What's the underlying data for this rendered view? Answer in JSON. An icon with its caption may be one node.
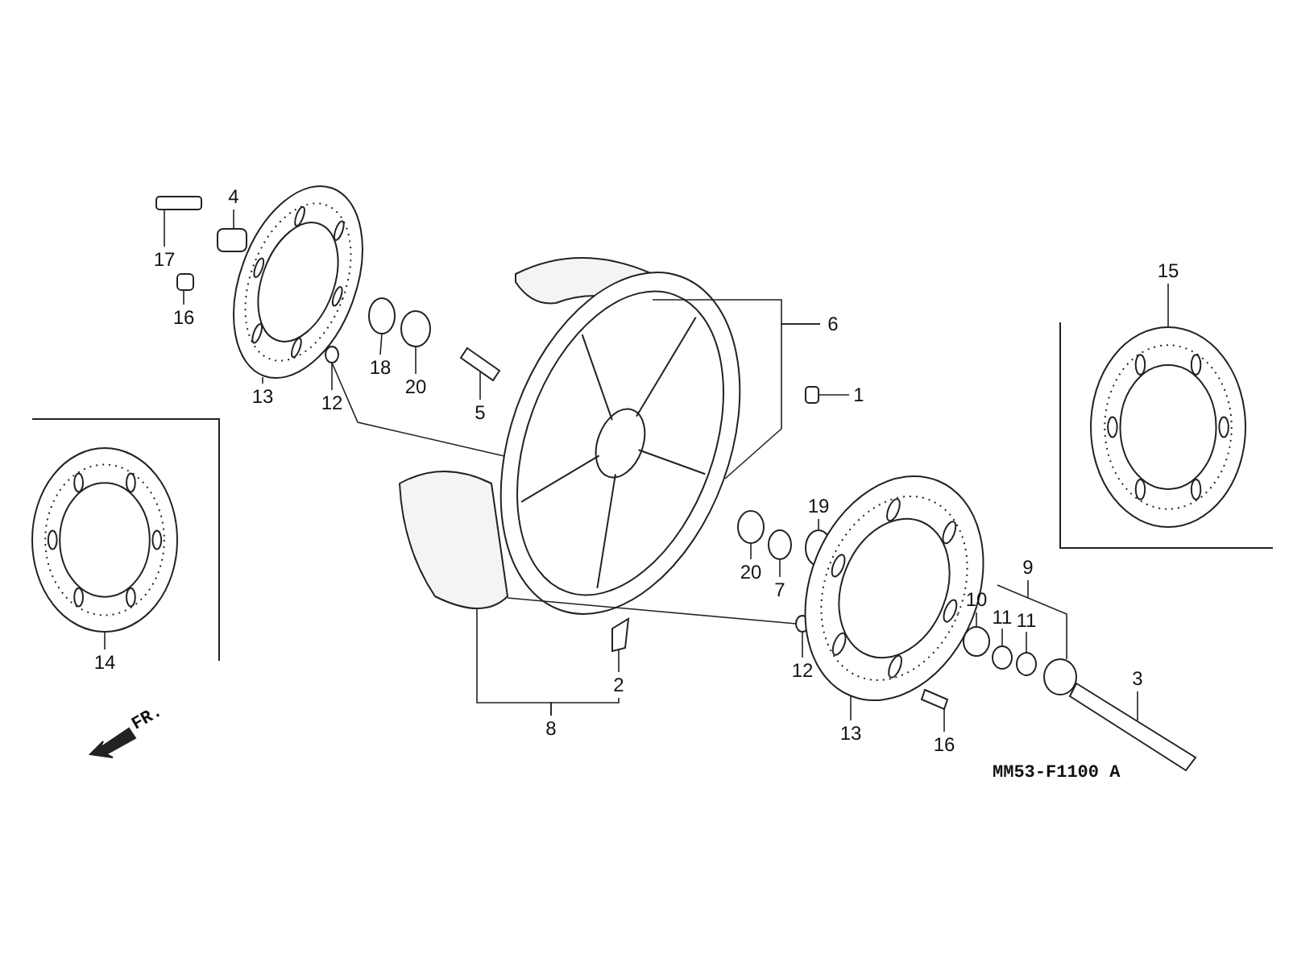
{
  "diagram": {
    "nodes": [
      {
        "text": [
          "4"
        ]
      },
      {
        "text": [
          "17"
        ]
      },
      {
        "text": [
          "6"
        ]
      },
      {
        "text": [
          "16"
        ]
      },
      {
        "text": [
          "18"
        ]
      },
      {
        "text": [
          "20"
        ]
      },
      {
        "text": [
          "1"
        ]
      },
      {
        "text": [
          "13"
        ]
      },
      {
        "text": [
          "12"
        ]
      },
      {
        "text": [
          "5"
        ]
      },
      {
        "text": [
          "15"
        ]
      },
      {
        "text": [
          "14"
        ]
      },
      {
        "text": [
          "19"
        ]
      },
      {
        "text": [
          "9"
        ]
      },
      {
        "text": [
          "10"
        ]
      },
      {
        "text": [
          "11"
        ]
      },
      {
        "text": [
          "11"
        ]
      },
      {
        "text": [
          "20"
        ]
      },
      {
        "text": [
          "7"
        ]
      },
      {
        "text": [
          "12"
        ]
      },
      {
        "text": [
          "2"
        ]
      },
      {
        "text": [
          "3"
        ]
      },
      {
        "text": [
          "8"
        ]
      },
      {
        "text": [
          "13"
        ]
      },
      {
        "text": [
          "16"
        ]
      },
      {
        "text": [],
        "shape": "box"
      },
      {
        "text": [],
        "shape": "box"
      },
      {
        "text": [],
        "shape": "box"
      },
      {
        "text": [],
        "shape": "picture"
      },
      {
        "text": [],
        "shape": "circle"
      },
      {
        "text": [],
        "shape": "circle"
      },
      {
        "text": [],
        "shape": "picture"
      },
      {
        "text": [],
        "shape": "box"
      },
      {
        "text": [],
        "shape": "circle"
      },
      {
        "text": [],
        "shape": "picture"
      },
      {
        "text": [],
        "shape": "picture"
      },
      {
        "text": [],
        "shape": "picture"
      },
      {
        "text": [],
        "shape": "picture"
      },
      {
        "text": [],
        "shape": "picture"
      },
      {
        "text": [],
        "shape": "circle"
      },
      {
        "text": [],
        "shape": "circle"
      },
      {
        "text": [],
        "shape": "circle"
      },
      {
        "text": [],
        "shape": "circle"
      },
      {
        "text": [],
        "shape": "picture"
      },
      {
        "text": [],
        "shape": "picture"
      },
      {
        "text": [],
        "shape": "circle"
      },
      {
        "text": [],
        "shape": "circle"
      },
      {
        "text": [],
        "shape": "circle"
      },
      {
        "text": [],
        "shape": "circle"
      },
      {
        "text": [],
        "shape": "picture"
      },
      {
        "text": [],
        "shape": "picture"
      }
    ],
    "edges": [
      {
        "from": 0,
        "to": 26,
        "arrow": "none"
      },
      {
        "from": 1,
        "to": 25,
        "arrow": "none"
      },
      {
        "from": 2,
        "to": 34,
        "arrow": "none"
      },
      {
        "from": 2,
        "to": 35,
        "arrow": "none"
      },
      {
        "from": 3,
        "to": 27,
        "arrow": "none"
      },
      {
        "from": 4,
        "to": 29,
        "arrow": "none"
      },
      {
        "from": 5,
        "to": 30,
        "arrow": "none"
      },
      {
        "from": 6,
        "to": 32,
        "arrow": "none"
      },
      {
        "from": 7,
        "to": 28,
        "arrow": "none"
      },
      {
        "from": 8,
        "to": 33,
        "arrow": "none"
      },
      {
        "from": 9,
        "to": 31,
        "arrow": "none"
      },
      {
        "from": 10,
        "to": 36,
        "arrow": "none"
      },
      {
        "from": 11,
        "to": 37,
        "arrow": "none"
      },
      {
        "from": 12,
        "to": 41,
        "arrow": "none"
      },
      {
        "from": 13,
        "to": 48,
        "arrow": "none"
      },
      {
        "from": 14,
        "to": 45,
        "arrow": "none"
      },
      {
        "from": 15,
        "to": 46,
        "arrow": "none"
      },
      {
        "from": 16,
        "to": 47,
        "arrow": "none"
      },
      {
        "from": 17,
        "to": 39,
        "arrow": "none"
      },
      {
        "from": 18,
        "to": 40,
        "arrow": "none"
      },
      {
        "from": 19,
        "to": 42,
        "arrow": "none"
      },
      {
        "from": 20,
        "to": 43,
        "arrow": "none"
      },
      {
        "from": 21,
        "to": 49,
        "arrow": "none"
      },
      {
        "from": 22,
        "to": 38,
        "arrow": "none"
      },
      {
        "from": 22,
        "to": 20,
        "arrow": "none"
      },
      {
        "from": 23,
        "to": 44,
        "arrow": "none"
      },
      {
        "from": 24,
        "to": 50,
        "arrow": "none"
      },
      {
        "from": 33,
        "to": 35,
        "arrow": "none"
      },
      {
        "from": 38,
        "to": 42,
        "arrow": "none"
      }
    ],
    "labels": [
      "FR.",
      "MM53-F1100 A"
    ]
  }
}
